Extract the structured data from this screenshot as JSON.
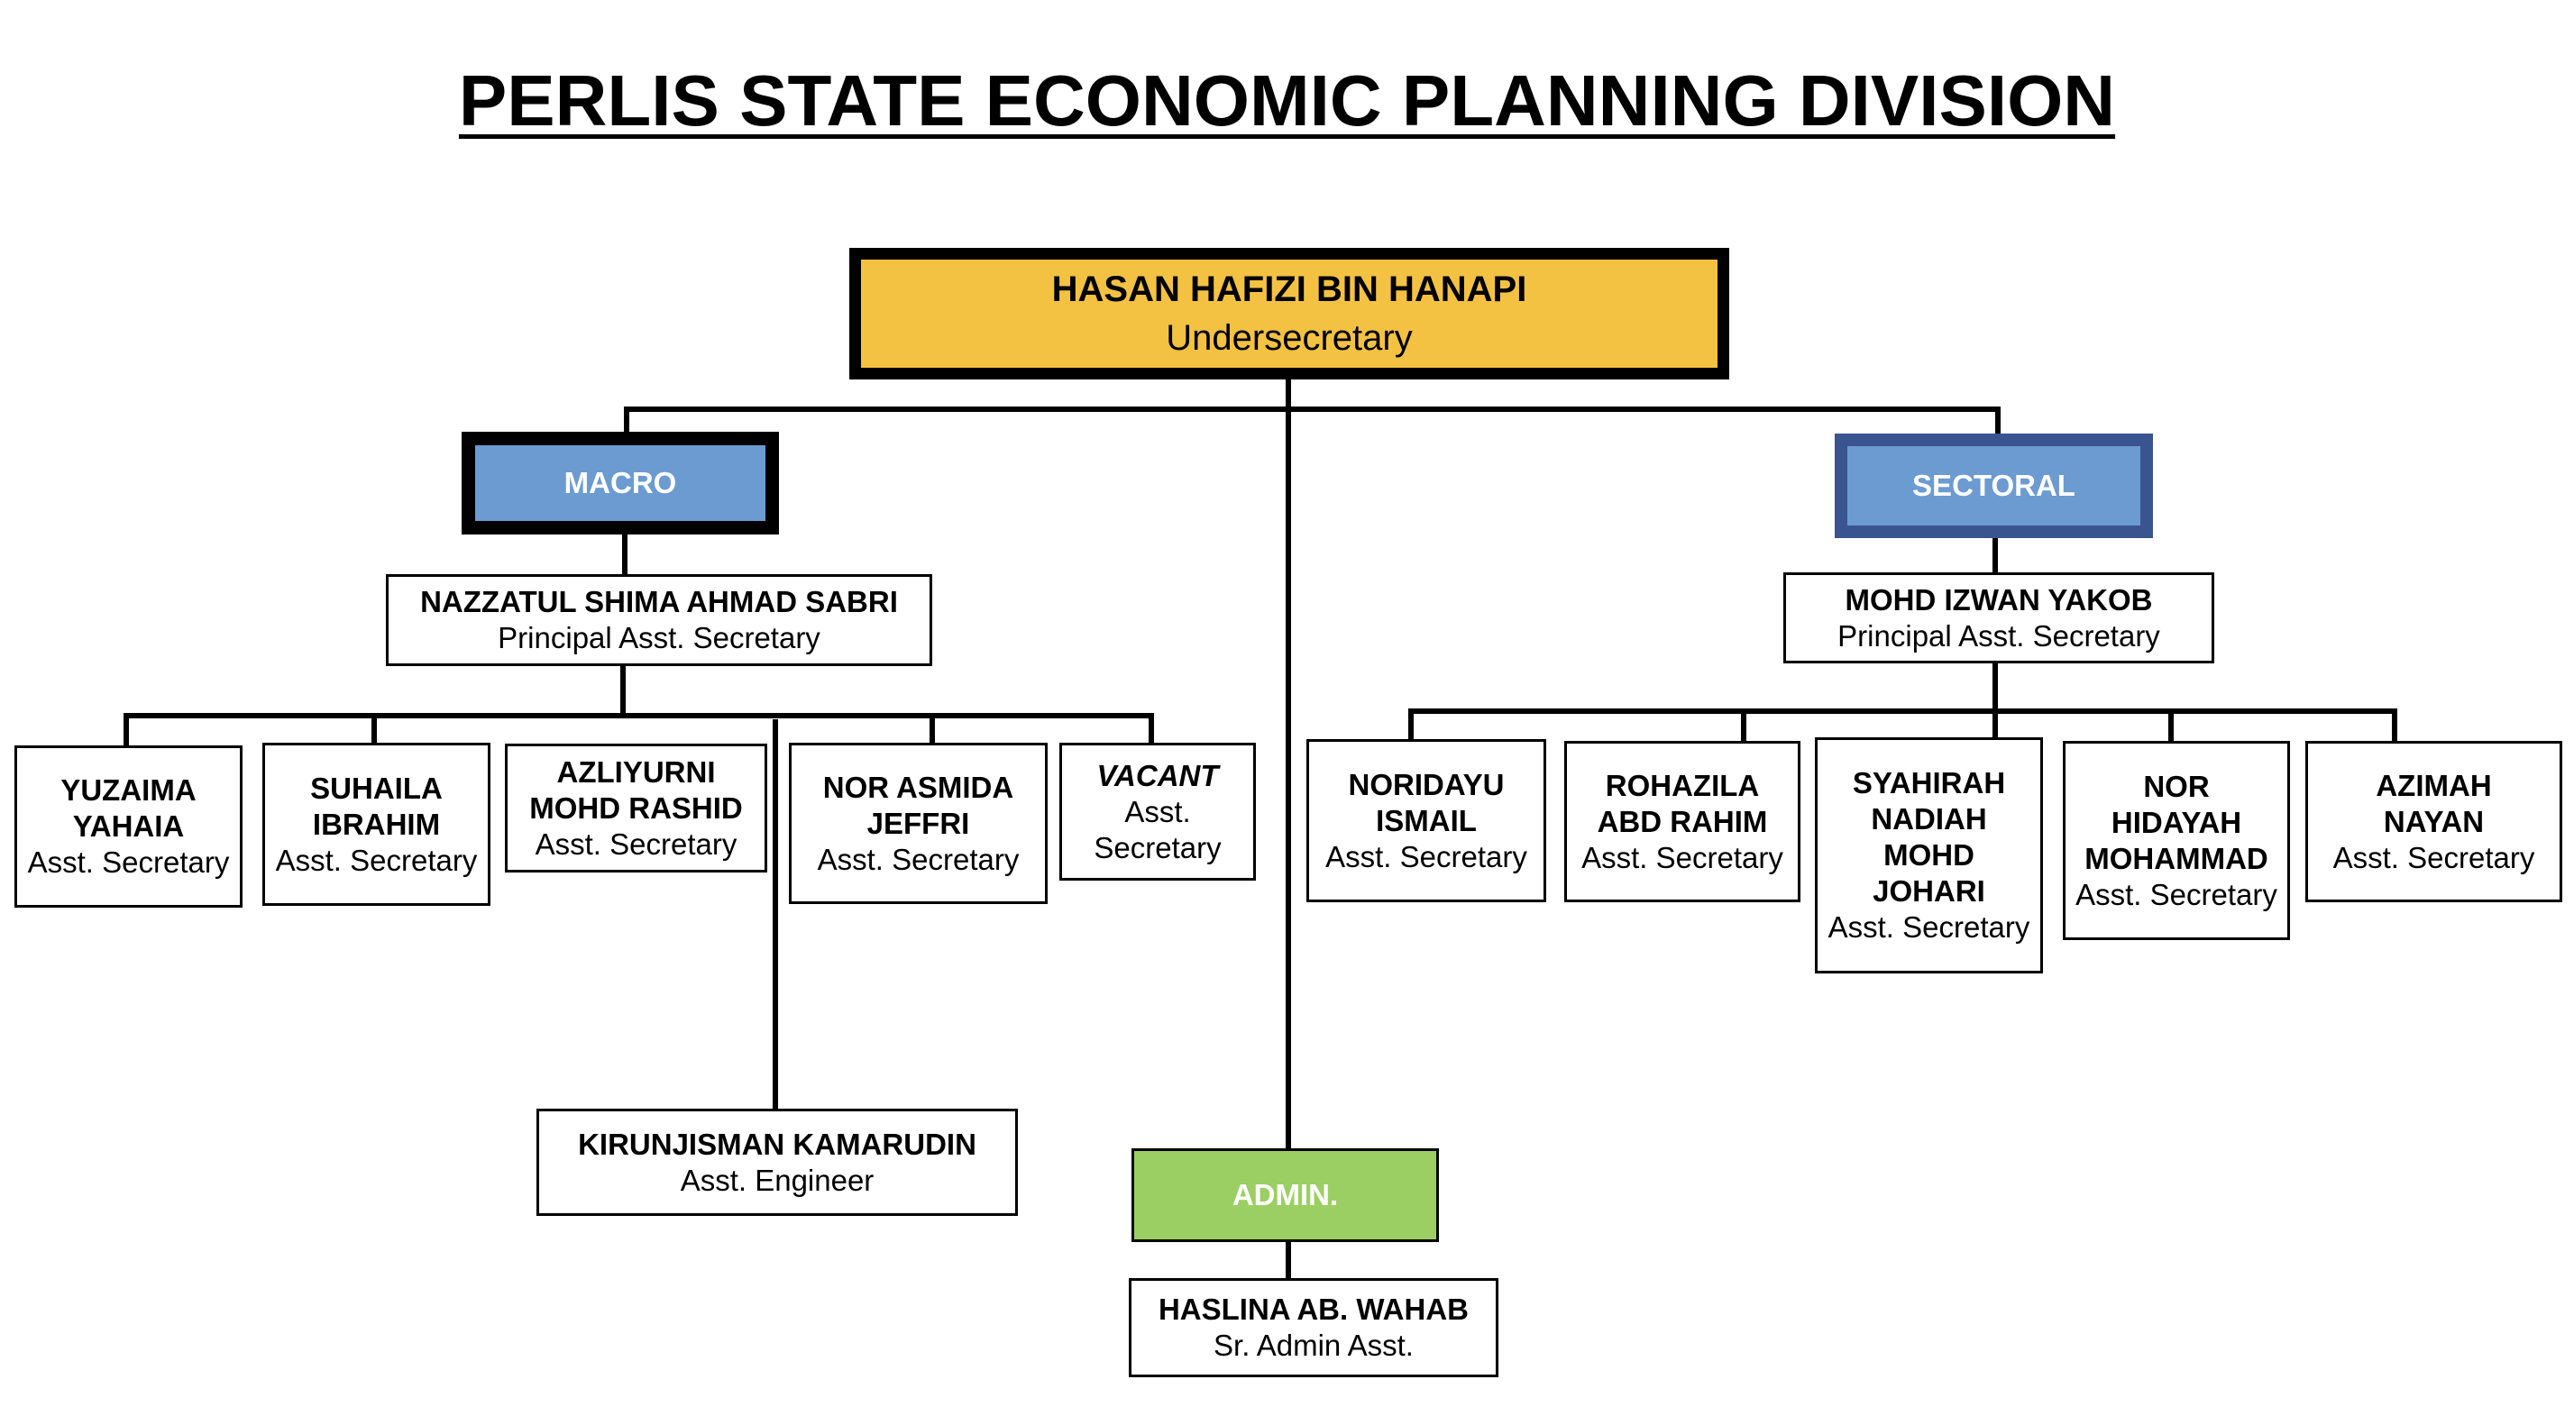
{
  "title": "PERLIS STATE ECONOMIC PLANNING DIVISION",
  "head": {
    "name": [
      "HASAN HAFIZI BIN HANAPI"
    ],
    "role": "Undersecretary"
  },
  "units": {
    "macro": "MACRO",
    "sectoral": "SECTORAL",
    "admin": "ADMIN."
  },
  "colors": {
    "head_fill": "#f4c242",
    "unit_fill": "#6b9bd1",
    "sectoral_border": "#3a5490",
    "admin_fill": "#9ccf63"
  },
  "macro": {
    "lead": {
      "name": [
        "NAZZATUL SHIMA AHMAD SABRI"
      ],
      "role": "Principal Asst. Secretary"
    },
    "staff": [
      {
        "name": [
          "YUZAIMA",
          "YAHAIA"
        ],
        "role": "Asst. Secretary"
      },
      {
        "name": [
          "SUHAILA",
          "IBRAHIM"
        ],
        "role": "Asst. Secretary"
      },
      {
        "name": [
          "AZLIYURNI",
          "MOHD RASHID"
        ],
        "role": "Asst. Secretary"
      },
      {
        "name": [
          "NOR ASMIDA",
          "JEFFRI"
        ],
        "role": "Asst. Secretary"
      },
      {
        "name": [
          "VACANT"
        ],
        "role": "Asst. Secretary"
      }
    ],
    "engineer": {
      "name": [
        "KIRUNJISMAN KAMARUDIN"
      ],
      "role": "Asst. Engineer"
    }
  },
  "sectoral": {
    "lead": {
      "name": [
        "MOHD IZWAN YAKOB"
      ],
      "role": "Principal Asst. Secretary"
    },
    "staff": [
      {
        "name": [
          "NORIDAYU",
          "ISMAIL"
        ],
        "role": "Asst. Secretary"
      },
      {
        "name": [
          "ROHAZILA",
          "ABD RAHIM"
        ],
        "role": "Asst. Secretary"
      },
      {
        "name": [
          "SYAHIRAH",
          "NADIAH",
          "MOHD",
          "JOHARI"
        ],
        "role": "Asst. Secretary"
      },
      {
        "name": [
          "NOR",
          "HIDAYAH",
          "MOHAMMAD"
        ],
        "role": "Asst. Secretary"
      },
      {
        "name": [
          "AZIMAH",
          "NAYAN"
        ],
        "role": "Asst. Secretary"
      }
    ]
  },
  "admin": {
    "staff": {
      "name": [
        "HASLINA AB. WAHAB"
      ],
      "role": "Sr. Admin Asst."
    }
  }
}
